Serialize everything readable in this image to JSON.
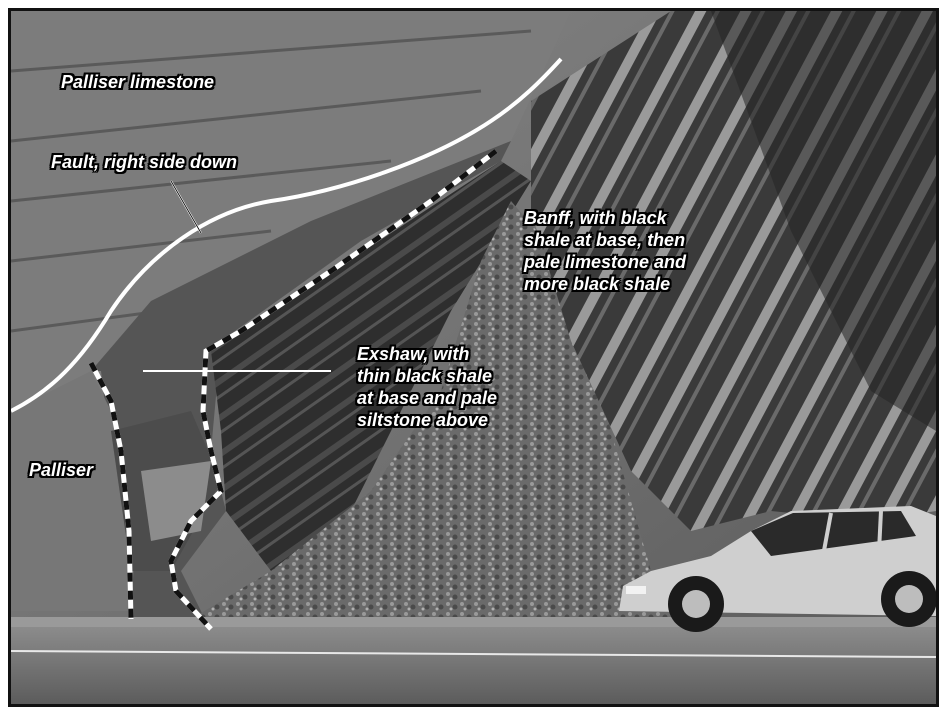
{
  "labels": {
    "palliser_limestone": "Palliser limestone",
    "fault": "Fault, right side down",
    "banff": [
      "Banff, with black",
      "shale at base, then",
      "pale limestone and",
      "more black shale"
    ],
    "exshaw": [
      "Exshaw, with",
      "thin black shale",
      "at base and pale",
      "siltstone above"
    ],
    "palliser": "Palliser"
  },
  "colors": {
    "fault_line": "#ffffff",
    "contact_dash_dark": "#111111",
    "contact_dash_light": "#ffffff"
  }
}
